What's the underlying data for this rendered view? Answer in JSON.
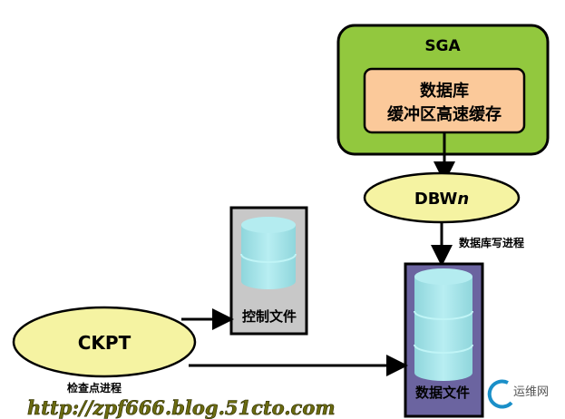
{
  "sga": {
    "title": "SGA",
    "buffer_line1": "数据库",
    "buffer_line2": "缓冲区高速缓存"
  },
  "dbwn": {
    "label": "DBW",
    "label_italic": "n",
    "caption": "数据库写进程"
  },
  "ckpt": {
    "label": "CKPT",
    "caption": "检查点进程"
  },
  "control_file": {
    "label": "控制文件"
  },
  "data_file": {
    "label": "数据文件"
  },
  "watermark": {
    "url": "http://zpf666.blog.51cto.com",
    "logo_text": "运维网"
  },
  "colors": {
    "sga": "#92c83e",
    "buffer": "#fbc99a",
    "process": "#f5f3a2",
    "control_box": "#c8c8c8",
    "data_box": "#6b64a0",
    "cylinder": "#a6e1e6",
    "watermark": "#6b6b10"
  }
}
